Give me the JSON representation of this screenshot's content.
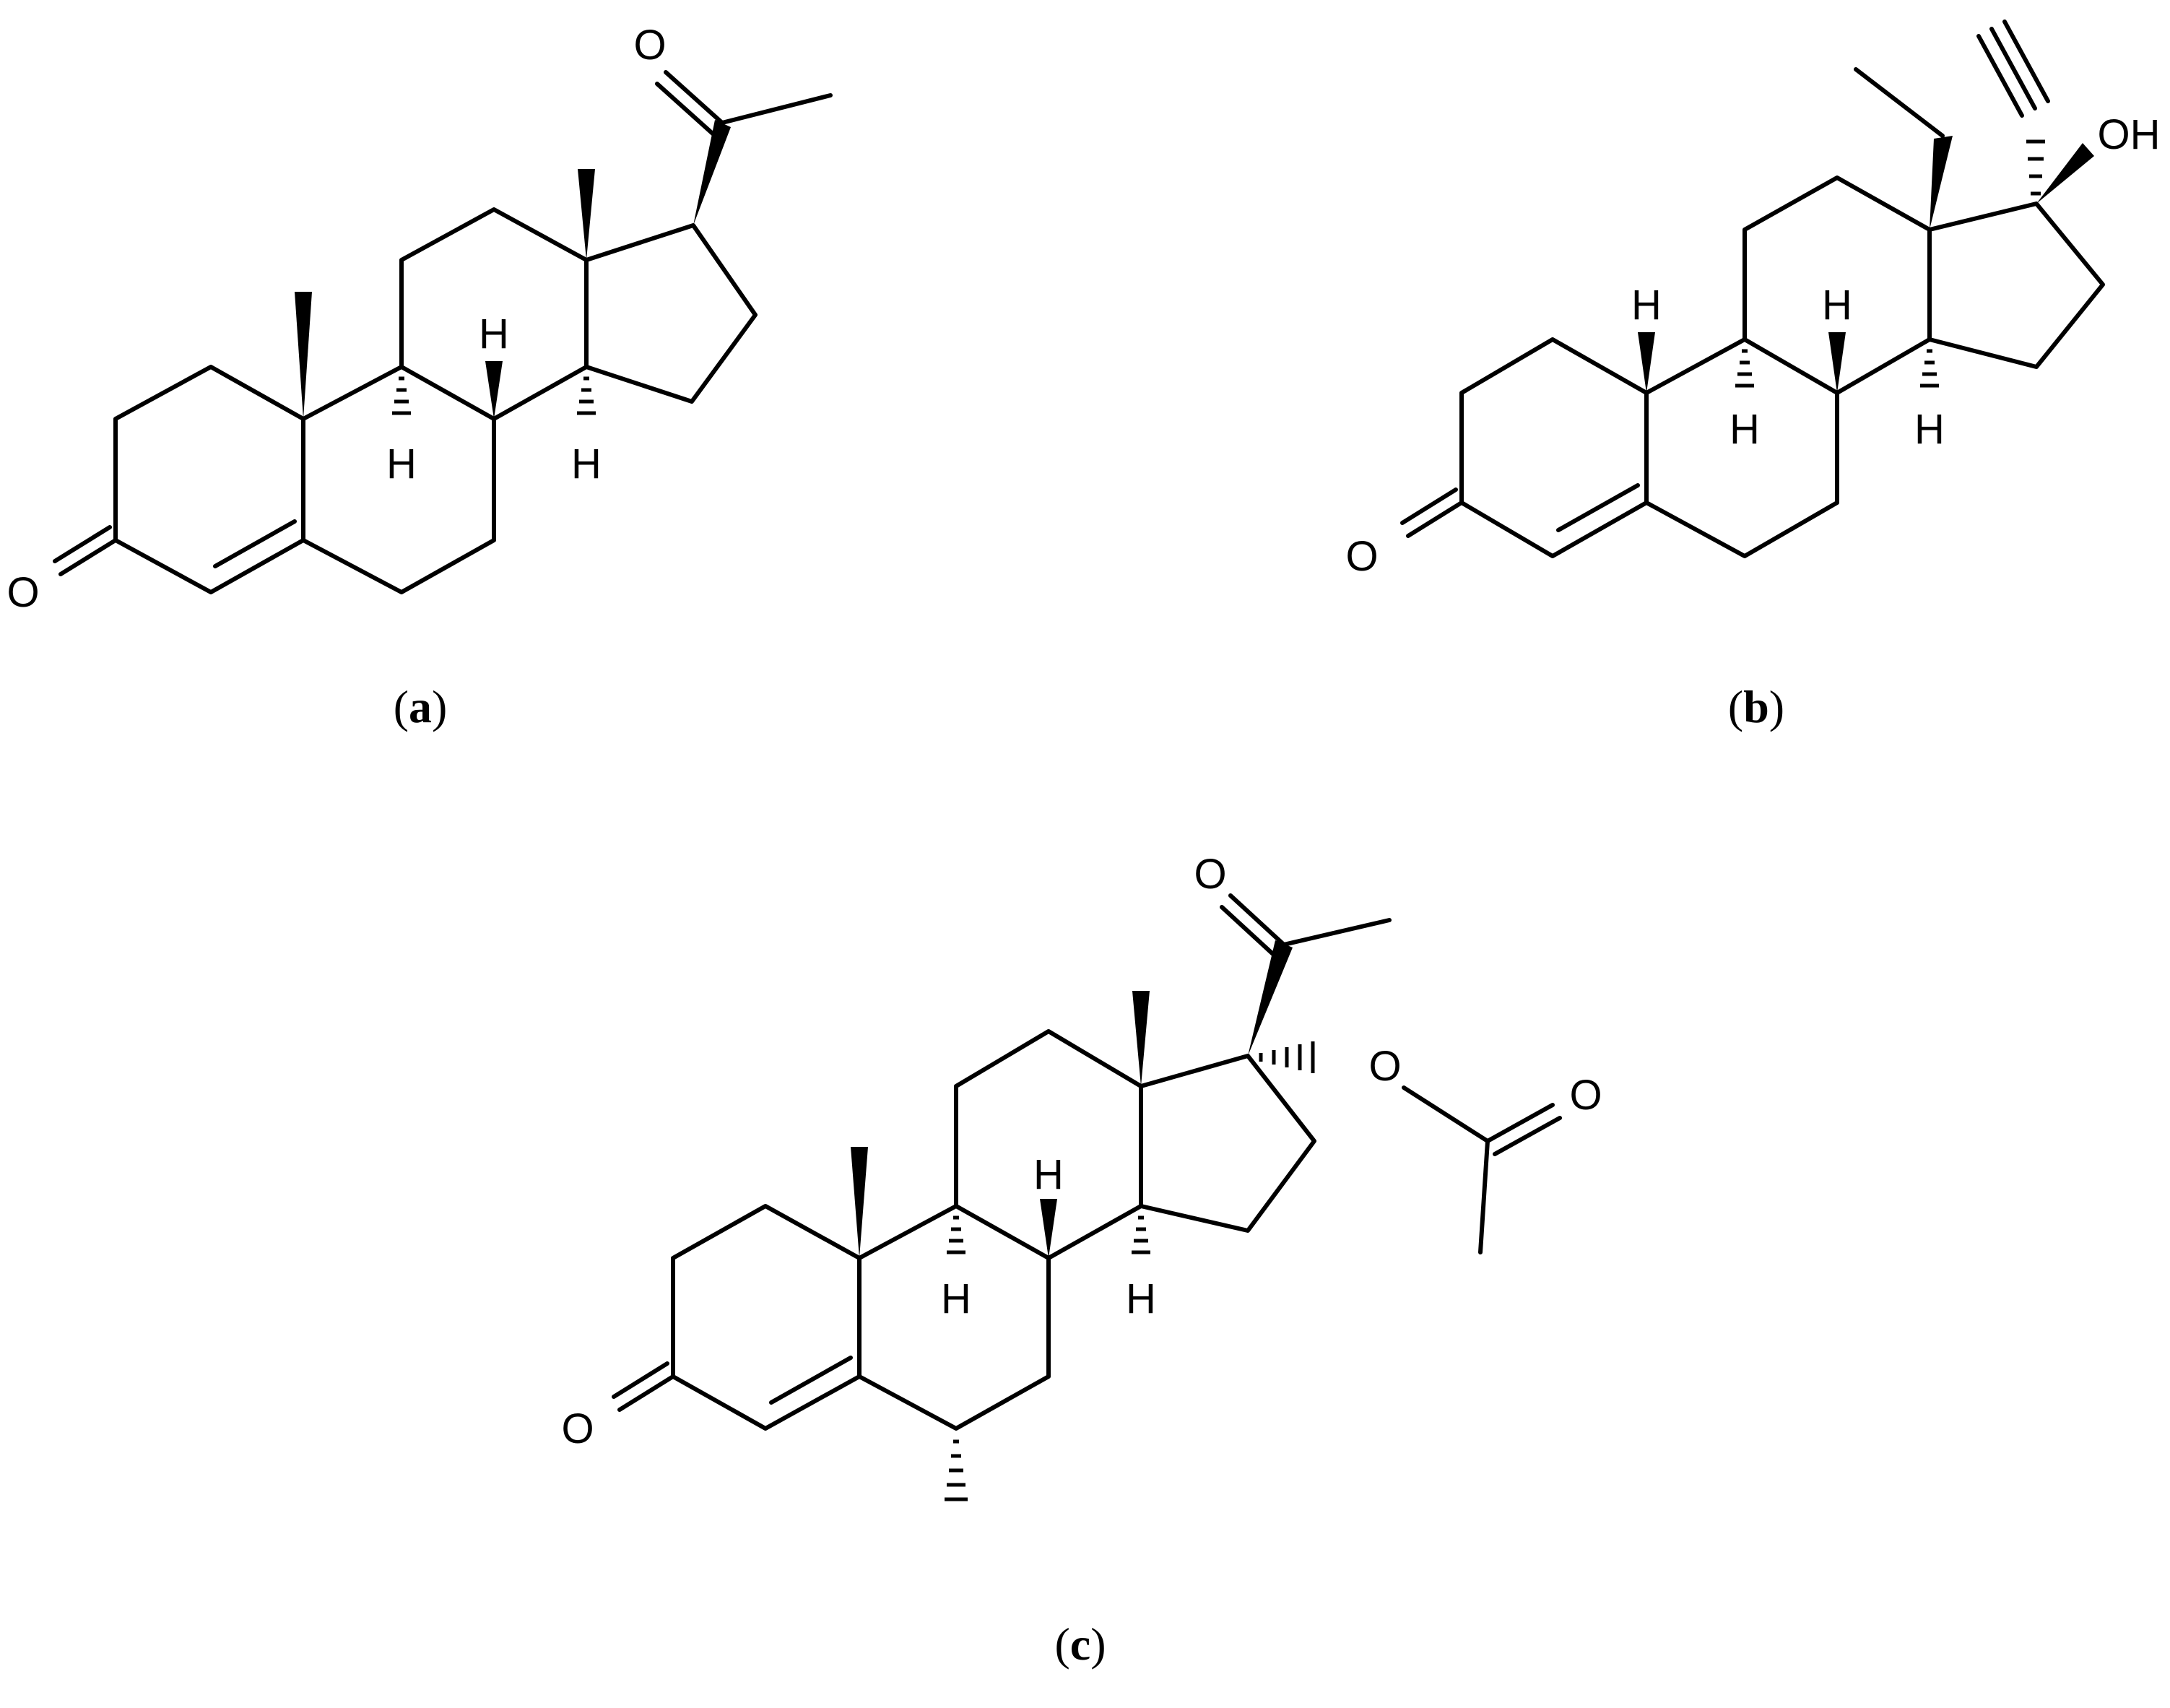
{
  "structures": [
    {
      "id": "a",
      "caption_open": "(",
      "caption_letter": "a",
      "caption_close": ")",
      "atom_labels": [
        "O",
        "O",
        "H",
        "H",
        "H"
      ]
    },
    {
      "id": "b",
      "caption_open": "(",
      "caption_letter": "b",
      "caption_close": ")",
      "atom_labels": [
        "O",
        "OH",
        "H",
        "H",
        "H",
        "H"
      ]
    },
    {
      "id": "c",
      "caption_open": "(",
      "caption_letter": "c",
      "caption_close": ")",
      "atom_labels": [
        "O",
        "O",
        "O",
        "O",
        "H",
        "H",
        "H"
      ]
    }
  ]
}
